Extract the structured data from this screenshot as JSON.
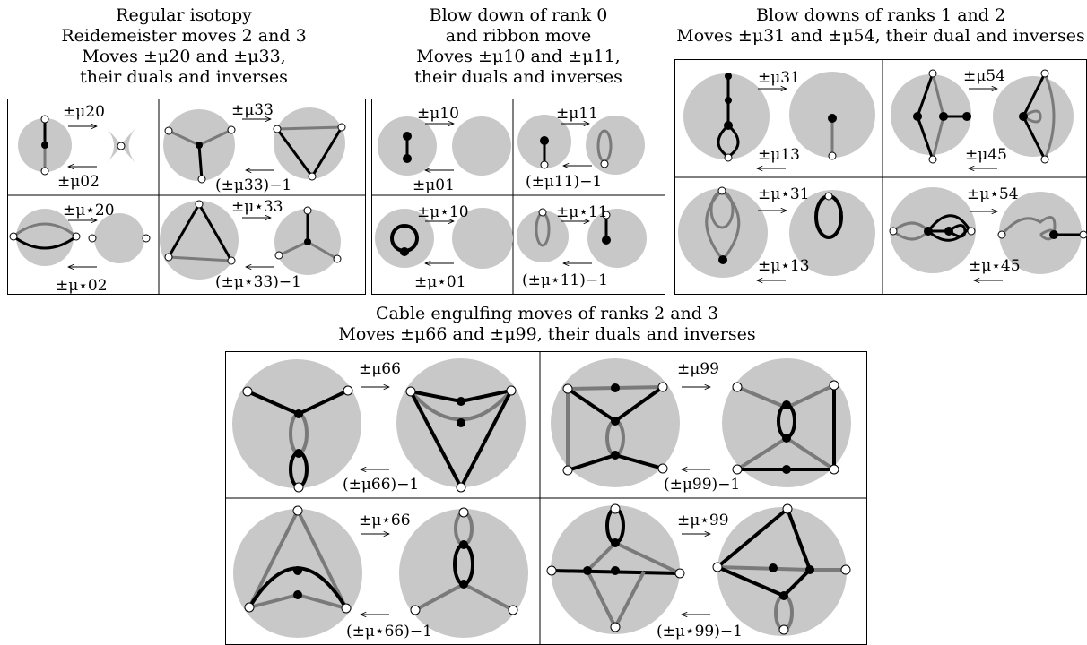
{
  "groups": [
    {
      "id": "regular-isotopy",
      "lines": [
        "Regular isotopy",
        "Reidemeister moves 2 and 3",
        "Moves ±μ20 and ±μ33,",
        "their duals and inverses"
      ]
    },
    {
      "id": "blow-down-rank0",
      "lines": [
        "Blow down of rank 0",
        "and ribbon move",
        "Moves ±μ10 and ±μ11,",
        "their duals and inverses"
      ]
    },
    {
      "id": "blow-downs-rank12",
      "lines": [
        "Blow downs of ranks 1 and 2",
        "Moves ±μ31 and ±μ54, their dual and inverses"
      ]
    },
    {
      "id": "cable-engulfing",
      "lines": [
        "Cable engulfing moves of ranks 2 and 3",
        "Moves ±μ66 and ±μ99, their duals and inverses"
      ]
    }
  ],
  "moves": {
    "m20": {
      "fwd": "±μ20",
      "back": "±μ02"
    },
    "m33": {
      "fwd": "±μ33",
      "back": "(±μ33)−1"
    },
    "m20s": {
      "fwd": "±μ⋆20",
      "back": "±μ⋆02"
    },
    "m33s": {
      "fwd": "±μ⋆33",
      "back": "(±μ⋆33)−1"
    },
    "m10": {
      "fwd": "±μ10",
      "back": "±μ01"
    },
    "m11": {
      "fwd": "±μ11",
      "back": "(±μ11)−1"
    },
    "m10s": {
      "fwd": "±μ⋆10",
      "back": "±μ⋆01"
    },
    "m11s": {
      "fwd": "±μ⋆11",
      "back": "(±μ⋆11)−1"
    },
    "m31": {
      "fwd": "±μ31",
      "back": "±μ13"
    },
    "m54": {
      "fwd": "±μ54",
      "back": "±μ45"
    },
    "m31s": {
      "fwd": "±μ⋆31",
      "back": "±μ⋆13"
    },
    "m54s": {
      "fwd": "±μ⋆54",
      "back": "±μ⋆45"
    },
    "m66": {
      "fwd": "±μ66",
      "back": "(±μ66)−1"
    },
    "m99": {
      "fwd": "±μ99",
      "back": "(±μ99)−1"
    },
    "m66s": {
      "fwd": "±μ⋆66",
      "back": "(±μ⋆66)−1"
    },
    "m99s": {
      "fwd": "±μ⋆99",
      "back": "(±μ⋆99)−1"
    }
  },
  "colors": {
    "disk": "#c8c8c8",
    "black_edge": "#000000",
    "gray_edge": "#7a7a7a",
    "vertex_fill": "#000000",
    "boundary_vertex": "#ffffff"
  }
}
